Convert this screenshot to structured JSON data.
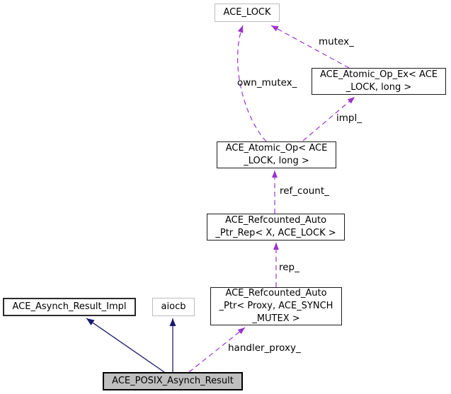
{
  "diagram": {
    "type": "class-collaboration-graph",
    "nodes": {
      "ace_lock": {
        "label": "ACE_LOCK"
      },
      "atomic_op_ex": {
        "label": "ACE_Atomic_Op_Ex< ACE\n_LOCK, long >"
      },
      "atomic_op": {
        "label": "ACE_Atomic_Op< ACE\n_LOCK, long >"
      },
      "refcounted_auto_ptr_rep": {
        "label": "ACE_Refcounted_Auto\n_Ptr_Rep< X, ACE_LOCK >"
      },
      "refcounted_auto_ptr": {
        "label": "ACE_Refcounted_Auto\n_Ptr< Proxy, ACE_SYNCH\n_MUTEX >"
      },
      "asynch_result_impl": {
        "label": "ACE_Asynch_Result_Impl"
      },
      "aiocb": {
        "label": "aiocb"
      },
      "posix_asynch_result": {
        "label": "ACE_POSIX_Asynch_Result"
      }
    },
    "edges": [
      {
        "from": "atomic_op_ex",
        "to": "ace_lock",
        "label": "mutex_",
        "style": "dashed"
      },
      {
        "from": "atomic_op",
        "to": "ace_lock",
        "label": "own_mutex_",
        "style": "dashed"
      },
      {
        "from": "atomic_op",
        "to": "atomic_op_ex",
        "label": "impl_",
        "style": "dashed"
      },
      {
        "from": "refcounted_auto_ptr_rep",
        "to": "atomic_op",
        "label": "ref_count_",
        "style": "dashed"
      },
      {
        "from": "refcounted_auto_ptr",
        "to": "refcounted_auto_ptr_rep",
        "label": "rep_",
        "style": "dashed"
      },
      {
        "from": "posix_asynch_result",
        "to": "refcounted_auto_ptr",
        "label": "handler_proxy_",
        "style": "dashed"
      },
      {
        "from": "posix_asynch_result",
        "to": "asynch_result_impl",
        "label": "",
        "style": "solid"
      },
      {
        "from": "posix_asynch_result",
        "to": "aiocb",
        "label": "",
        "style": "solid"
      }
    ],
    "colors": {
      "usage_edge": "#9a32cd",
      "inheritance_edge": "#191970",
      "selected_node_fill": "#bfbfbf",
      "node_fill": "#ffffff",
      "undocumented_border": "#bcbcbc",
      "documented_border": "#1a1a1a",
      "text": "#000000"
    }
  }
}
